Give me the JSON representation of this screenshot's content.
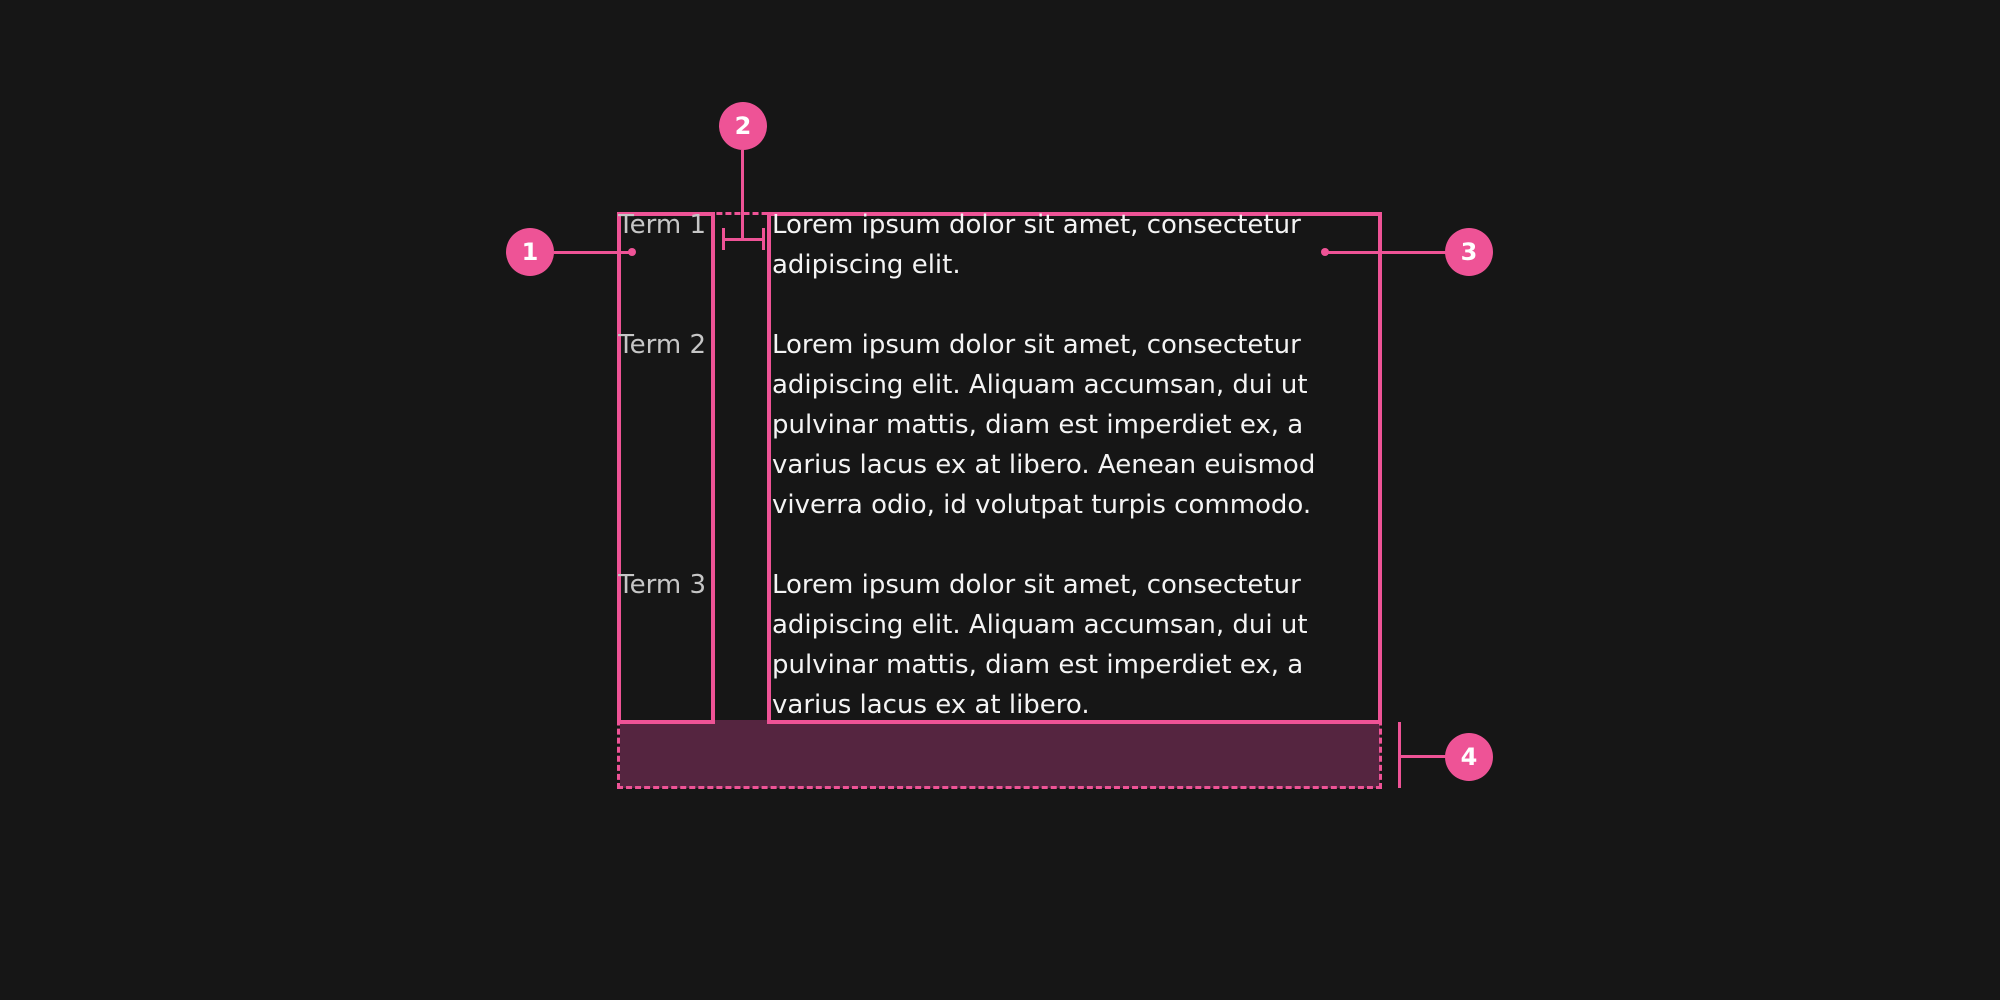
{
  "colors": {
    "background": "#161616",
    "accent": "#ee5396",
    "margin_fill": "#552540",
    "term_text": "#c6c6c6",
    "description_text": "#f4f4f4"
  },
  "terms": [
    {
      "term": "Term 1",
      "description": "Lorem ipsum dolor sit amet, consectetur adipiscing elit."
    },
    {
      "term": "Term 2",
      "description": "Lorem ipsum dolor sit amet, consectetur adipiscing elit. Aliquam accumsan, dui ut pulvinar mattis, diam est imperdiet ex, a varius lacus ex at libero. Aenean euismod viverra odio, id volutpat turpis commodo."
    },
    {
      "term": "Term 3",
      "description": "Lorem ipsum dolor sit amet, consectetur adipiscing elit. Aliquam accumsan, dui ut pulvinar mattis, diam est imperdiet ex, a varius lacus ex at libero."
    }
  ],
  "callouts": [
    "1",
    "2",
    "3",
    "4"
  ]
}
